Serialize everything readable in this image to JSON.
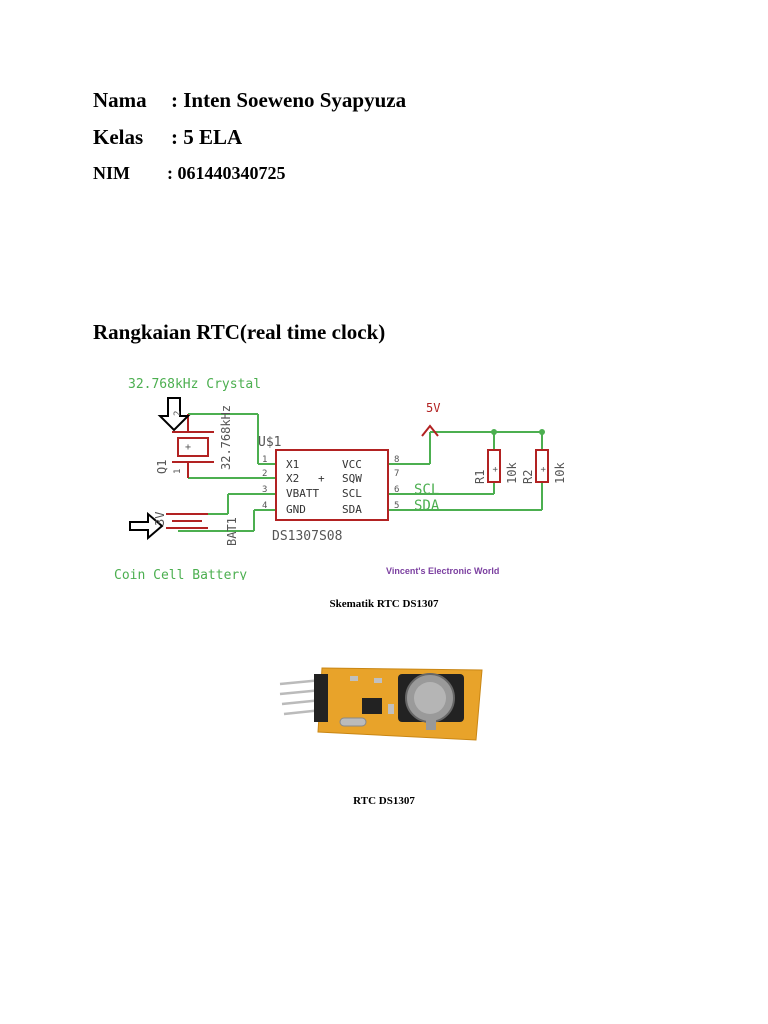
{
  "header": {
    "name_label": "Nama",
    "name_value": ": Inten Soeweno Syapyuza",
    "class_label": "Kelas",
    "class_value": ": 5 ELA",
    "nim_label": "NIM",
    "nim_value": ": 061440340725"
  },
  "section_title": "Rangkaian RTC(real time clock)",
  "schematic": {
    "crystal_label": "32.768kHz Crystal",
    "crystal_value": "32.768kHz",
    "crystal_ref": "Q1",
    "ic_ref": "U$1",
    "ic_part": "DS1307S08",
    "pins_left": [
      "X1",
      "X2",
      "VBATT",
      "GND"
    ],
    "pins_right": [
      "VCC",
      "SQW",
      "SCL",
      "SDA"
    ],
    "pin_nums_left": [
      "1",
      "2",
      "3",
      "4"
    ],
    "pin_nums_right": [
      "8",
      "7",
      "6",
      "5"
    ],
    "plus": "+",
    "supply": "5V",
    "scl": "SCL",
    "sda": "SDA",
    "r1": "R1",
    "r2": "R2",
    "r_value": "10k",
    "battery_voltage": "3V",
    "battery_ref": "BAT1",
    "battery_label": "Coin Cell Battery",
    "credit": "Vincent's Electronic World",
    "crystal_pin_1": "1",
    "crystal_pin_2": "2",
    "colors": {
      "wire": "#4caf50",
      "part": "#b22222",
      "text": "#555555",
      "credit": "#7b3fa0"
    }
  },
  "caption_schematic": "Skematik RTC DS1307",
  "caption_module": "RTC DS1307"
}
